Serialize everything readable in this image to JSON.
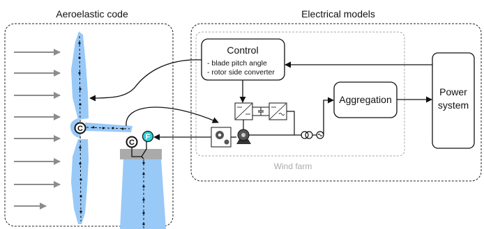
{
  "sections": {
    "aeroelastic_title": "Aeroelastic code",
    "electrical_title": "Electrical models"
  },
  "control": {
    "title": "Control",
    "items": [
      "- blade pitch angle",
      "- rotor side converter"
    ]
  },
  "aggregation": {
    "label": "Aggregation"
  },
  "power_system": {
    "line1": "Power",
    "line2": "system"
  },
  "wind_farm": {
    "label": "Wind farm"
  },
  "symbols": {
    "coupling_c": "C",
    "force_f": "F"
  },
  "colors": {
    "blade": "#99c9f7",
    "tower": "#99c9f7",
    "force_marker": "#2ad2d9",
    "wind_arrow": "#8c8c8c",
    "ground_block": "#aaaaaa"
  }
}
